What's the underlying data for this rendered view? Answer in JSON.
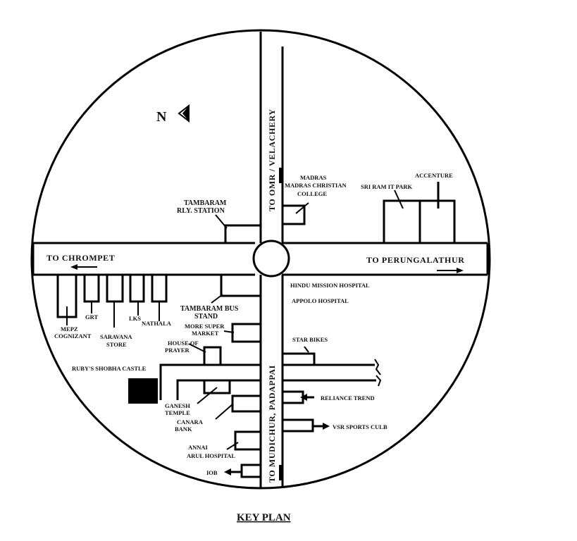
{
  "title": "KEY PLAN",
  "north_marker": "N",
  "roads": {
    "north": "TO OMR / VELACHERY",
    "south": "TO MUDICHUR, PADAPPAI",
    "west": "TO CHROMPET",
    "east": "TO PERUNGALATHUR"
  },
  "landmarks": {
    "madras": "MADRAS",
    "madras_christian": "MADRAS CHRISTIAN",
    "college": "COLLEGE",
    "accenture": "ACCENTURE",
    "sri_ram_it_park": "SRI RAM IT PARK",
    "tambaram_1": "TAMBARAM",
    "tambaram_2": "RLY. STATION",
    "hindu_mission": "HINDU MISSION HOSPITAL",
    "appolo": "APPOLO HOSPITAL",
    "grt": "GRT",
    "lks": "LKS",
    "nathala": "NATHALA",
    "mepz_1": "MEPZ",
    "mepz_2": "COGNIZANT",
    "saravana_1": "SARAVANA",
    "saravana_2": "STORE",
    "bus_1": "TAMBARAM BUS",
    "bus_2": "STAND",
    "more_1": "MORE SUPER",
    "more_2": "MARKET",
    "prayer_1": "HOUSE OF",
    "prayer_2": "PRAYER",
    "star_bikes": "STAR BIKES",
    "rubys": "RUBY'S SHOBHA CASTLE",
    "ganesh_1": "GANESH",
    "ganesh_2": "TEMPLE",
    "canara_1": "CANARA",
    "canara_2": "BANK",
    "reliance": "RELIANCE TREND",
    "vsr": "VSR SPORTS CULB",
    "annai_1": "ANNAI",
    "annai_2": "ARUL HOSPITAL",
    "iob": "IOB"
  },
  "colors": {
    "ink": "#000000",
    "paper": "#ffffff",
    "site": "#000000"
  }
}
